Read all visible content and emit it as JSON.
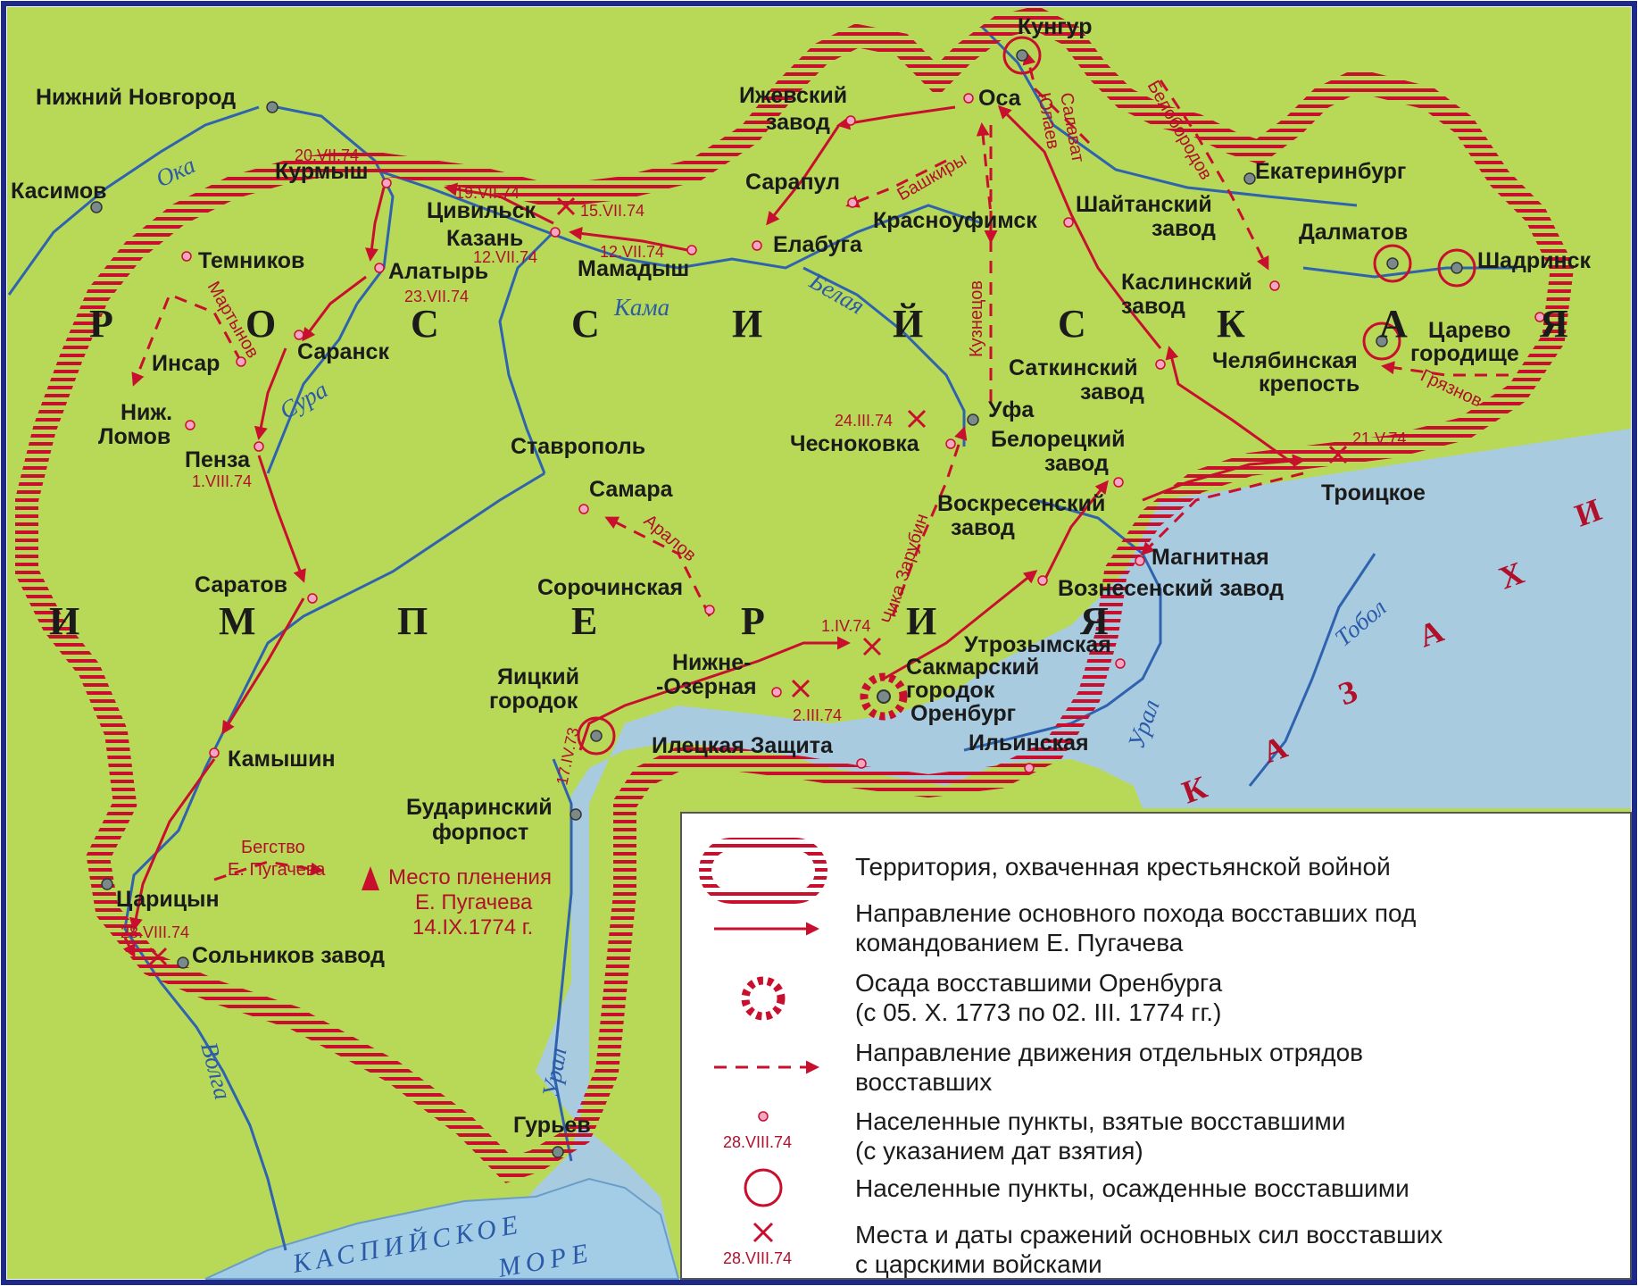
{
  "colors": {
    "land": "#b8d957",
    "steppe": "#a9cbe0",
    "water": "#a3cde6",
    "river": "#2f63b0",
    "accent": "#c8102e",
    "legend_bg": "#ffffff",
    "border": "#1e2a8a"
  },
  "cities": {
    "nizhny": "Нижний Новгород",
    "kasimov": "Касимов",
    "kurmysh": "Курмыш",
    "temnikov": "Темников",
    "insar": "Инсар",
    "lomov1": "Ниж.",
    "lomov2": "Ломов",
    "penza": "Пенза",
    "saransk": "Саранск",
    "alatyr": "Алатырь",
    "tsivilsk": "Цивильск",
    "kazan": "Казань",
    "mamadysh": "Мамадыш",
    "elabuga": "Елабуга",
    "sarapul": "Сарапул",
    "izhevsk1": "Ижевский",
    "izhevsk2": "завод",
    "osa": "Оса",
    "kungur": "Кунгур",
    "krasnoufimsk": "Красноуфимск",
    "shaitan1": "Шайтанский",
    "shaitan2": "завод",
    "ekaterinburg": "Екатеринбург",
    "dalmatov": "Далматов",
    "shadrinsk": "Шадринск",
    "kaslin1": "Каслинский",
    "kaslin2": "завод",
    "tsarevo1": "Царево",
    "tsarevo2": "городище",
    "chelyab1": "Челябинская",
    "chelyab2": "крепость",
    "satkin1": "Саткинский",
    "satkin2": "завод",
    "ufa": "Уфа",
    "chesnokovka": "Чесноковка",
    "belorets1": "Белорецкий",
    "belorets2": "завод",
    "voskres1": "Воскресенский",
    "voskres2": "завод",
    "troitskoe": "Троицкое",
    "magnitnaya": "Магнитная",
    "voznesensk": "Вознесенский завод",
    "utrozym": "Утрозымская",
    "sakmar1": "Сакмарский",
    "sakmar2": "городок",
    "orenburg": "Оренбург",
    "ilinskaya": "Ильинская",
    "iletsk": "Илецкая Защита",
    "nizhne1": "Нижне-",
    "nizhne2": "-Озерная",
    "yaitsk1": "Яицкий",
    "yaitsk2": "городок",
    "stavropol": "Ставрополь",
    "samara": "Самара",
    "sorochinsk": "Сорочинская",
    "saratov": "Саратов",
    "kamyshin": "Камышин",
    "budarin1": "Бударинский",
    "budarin2": "форпост",
    "tsaritsyn": "Царицын",
    "solnikov": "Сольников завод",
    "guryev": "Гурьев"
  },
  "dates": {
    "d20vii": "20.VII.74",
    "d19vii": "19.VII.74",
    "d15vii": "15.VII.74",
    "d12vii_a": "12.VII.74",
    "d12vii_b": "12.VII.74",
    "d23vii": "23.VII.74",
    "d1viii": "1.VIII.74",
    "d24iii": "24.III.74",
    "d21v": "21.V.74",
    "d1iv": "1.IV.74",
    "d2iii": "2.III.74",
    "d17iv": "17.IV.73",
    "d28viii": "28.VIII.74"
  },
  "rivers": {
    "oka": "Ока",
    "kama": "Кама",
    "belaya": "Белая",
    "sura": "Сура",
    "tobol": "Тобол",
    "ural1": "Урал",
    "ural2": "Урал",
    "volga": "Волга"
  },
  "region_letters": {
    "rossiyskaya": [
      "Р",
      "О",
      "С",
      "С",
      "И",
      "Й",
      "С",
      "К",
      "А",
      "Я"
    ],
    "imperiya": [
      "И",
      "М",
      "П",
      "Е",
      "Р",
      "И",
      "Я"
    ],
    "kazakhi": [
      "К",
      "А",
      "З",
      "А",
      "Х",
      "И"
    ]
  },
  "sea": {
    "line1": "КАСПИЙСКОЕ",
    "line2": "МОРЕ"
  },
  "detachments": {
    "martynov": "Мартынов",
    "bashkiry": "Башкиры",
    "kuznetsov": "Кузнецов",
    "salavat": "Салават",
    "yulaev": "Юлаев",
    "beloborodov": "Белобородов",
    "gryaznov": "Грязнов",
    "chika": "Чика Зарубин",
    "aralov": "Аралов"
  },
  "flight": {
    "line1": "Бегство",
    "line2": "Е. Пугачева"
  },
  "capture": {
    "line1": "Место пленения",
    "line2": "Е. Пугачева",
    "line3": "14.IX.1774 г."
  },
  "legend": {
    "territory": "Территория, охваченная крестьянской войной",
    "main_route1": "Направление основного похода восставших под",
    "main_route2": "командованием Е. Пугачева",
    "siege1": "Осада восставшими Оренбурга",
    "siege2": "(с 05. Х. 1773 по 02. III. 1774 гг.)",
    "detach1": "Направление движения отдельных отрядов",
    "detach2": "восставших",
    "taken1": "Населенные пункты, взятые восставшими",
    "taken2": "(с указанием дат взятия)",
    "taken_sample": "28.VIII.74",
    "besieged": "Населенные пункты, осажденные восставшими",
    "battles1": "Места и даты сражений основных сил восставших",
    "battles2": "с царскими войсками",
    "battle_sample": "28.VIII.74"
  }
}
